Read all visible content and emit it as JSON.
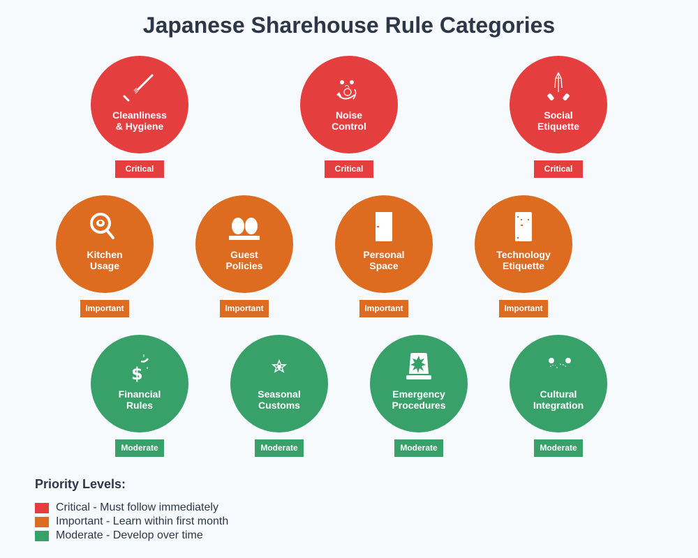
{
  "title": "Japanese Sharehouse Rule Categories",
  "colors": {
    "critical": "#e53e3e",
    "important": "#dd6b20",
    "moderate": "#38a169",
    "text": "#2d3748",
    "background": "#f7fafc"
  },
  "categories": [
    {
      "line1": "Cleanliness",
      "line2": "& Hygiene",
      "icon": "broom-icon",
      "priority": "Critical"
    },
    {
      "line1": "Noise",
      "line2": "Control",
      "icon": "noise-icon",
      "priority": "Critical"
    },
    {
      "line1": "Social",
      "line2": "Etiquette",
      "icon": "bowing-hands-icon",
      "priority": "Critical"
    },
    {
      "line1": "Kitchen",
      "line2": "Usage",
      "icon": "frying-pan-icon",
      "priority": "Important"
    },
    {
      "line1": "Guest",
      "line2": "Policies",
      "icon": "people-icon",
      "priority": "Important"
    },
    {
      "line1": "Personal",
      "line2": "Space",
      "icon": "door-icon",
      "priority": "Important"
    },
    {
      "line1": "Technology",
      "line2": "Etiquette",
      "icon": "phone-icon",
      "priority": "Important"
    },
    {
      "line1": "Financial",
      "line2": "Rules",
      "icon": "money-icon",
      "priority": "Moderate"
    },
    {
      "line1": "Seasonal",
      "line2": "Customs",
      "icon": "star-icon",
      "priority": "Moderate"
    },
    {
      "line1": "Emergency",
      "line2": "Procedures",
      "icon": "siren-icon",
      "priority": "Moderate"
    },
    {
      "line1": "Cultural",
      "line2": "Integration",
      "icon": "handshake-icon",
      "priority": "Moderate"
    }
  ],
  "legend": {
    "title": "Priority Levels:",
    "items": [
      {
        "label": "Critical - Must follow immediately",
        "color": "#e53e3e"
      },
      {
        "label": "Important - Learn within first month",
        "color": "#dd6b20"
      },
      {
        "label": "Moderate - Develop over time",
        "color": "#38a169"
      }
    ]
  }
}
